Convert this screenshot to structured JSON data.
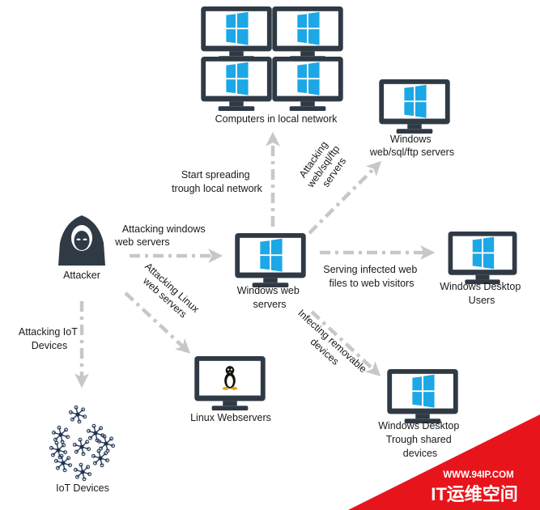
{
  "nodes": {
    "local_network": {
      "label": "Computers in local network"
    },
    "windows_servers": {
      "label_lines": [
        "Windows",
        "web/sql/ftp servers"
      ]
    },
    "attacker": {
      "label": "Attacker"
    },
    "windows_web": {
      "label_lines": [
        "Windows web",
        "servers"
      ]
    },
    "desktop_users": {
      "label_lines": [
        "Windows Desktop",
        "Users"
      ]
    },
    "linux": {
      "label": "Linux Webservers"
    },
    "iot": {
      "label": "IoT Devices"
    },
    "desktop_shared": {
      "label_lines": [
        "Windows Desktop",
        "Trough shared",
        "devices"
      ]
    }
  },
  "edges": {
    "spread_local": {
      "lines": [
        "Start spreading",
        "trough local network"
      ]
    },
    "attack_sql": {
      "lines": [
        "Attacking",
        "web/sql/ftp",
        "servers"
      ]
    },
    "attack_windows": {
      "lines": [
        "Attacking windows",
        "web servers"
      ]
    },
    "serving": {
      "lines": [
        "Serving infected web",
        "files to web visitors"
      ]
    },
    "attack_linux": {
      "lines": [
        "Attacking Linux",
        "web servers"
      ]
    },
    "attack_iot": {
      "lines": [
        "Attacking IoT",
        "Devices"
      ]
    },
    "infecting": {
      "lines": [
        "Infecting  removable",
        "devices"
      ]
    }
  },
  "watermark": {
    "url": "WWW.94IP.COM",
    "brand": "IT运维空间"
  },
  "colors": {
    "monitor": "#2f3a45",
    "screen": "#ffffff",
    "win_logo": "#1ca7e6",
    "arrow": "#c7c7c7",
    "hoodie": "#2f3a45",
    "iot": "#1f3552",
    "watermark": "#e8141c"
  }
}
